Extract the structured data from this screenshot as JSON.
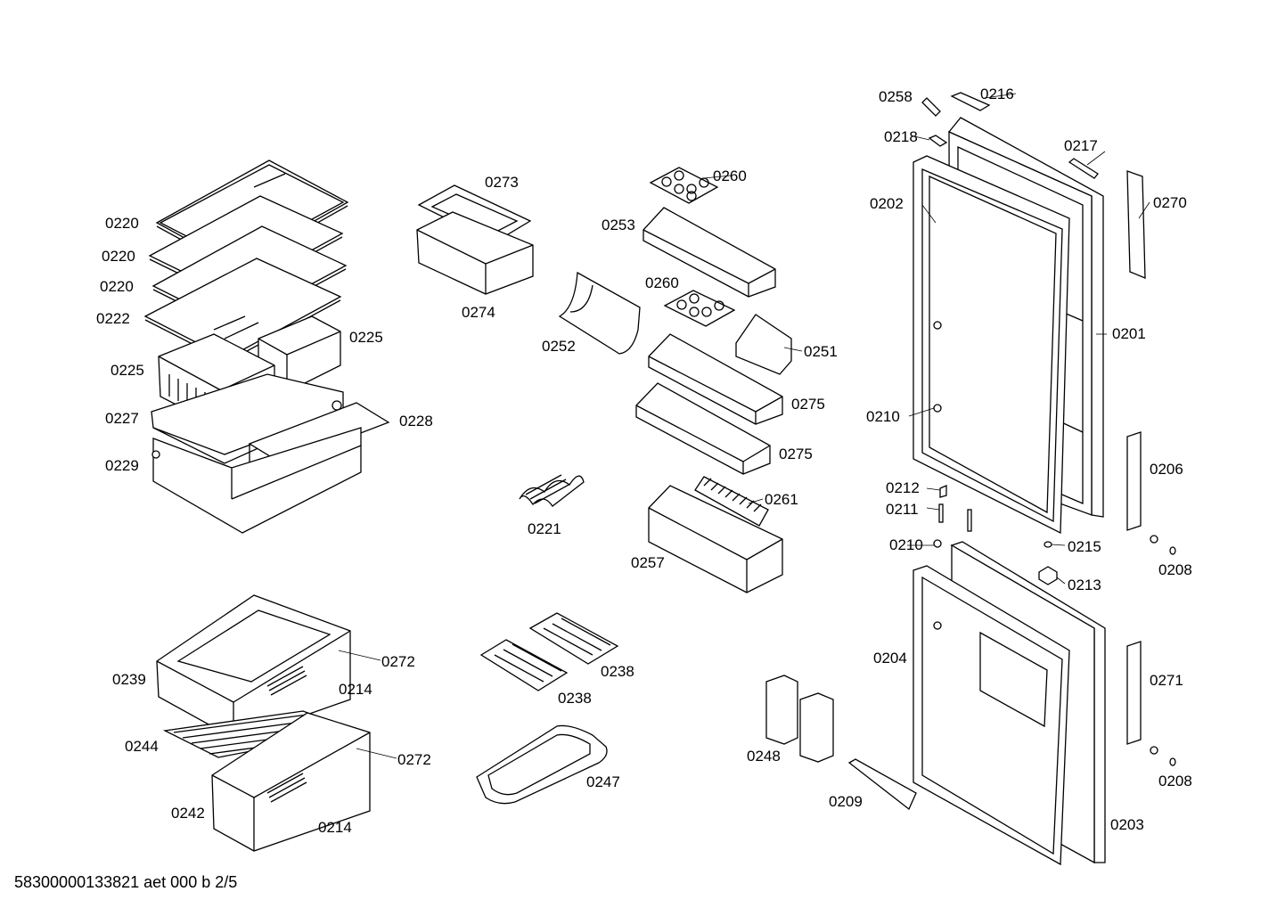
{
  "footer": {
    "code": "58300000133821 aet 000 b 2/5"
  },
  "labels": {
    "l0220a": "0220",
    "l0220b": "0220",
    "l0220c": "0220",
    "l0222": "0222",
    "l0225a": "0225",
    "l0225b": "0225",
    "l0227": "0227",
    "l0228": "0228",
    "l0229": "0229",
    "l0273": "0273",
    "l0274": "0274",
    "l0252": "0252",
    "l0221": "0221",
    "l0260a": "0260",
    "l0253": "0253",
    "l0260b": "0260",
    "l0251": "0251",
    "l0275a": "0275",
    "l0275b": "0275",
    "l0261": "0261",
    "l0257": "0257",
    "l0258": "0258",
    "l0216": "0216",
    "l0218": "0218",
    "l0217": "0217",
    "l0202": "0202",
    "l0270": "0270",
    "l0201": "0201",
    "l0210a": "0210",
    "l0206": "0206",
    "l0212": "0212",
    "l0211": "0211",
    "l0210b": "0210",
    "l0215": "0215",
    "l0208a": "0208",
    "l0213": "0213",
    "l0204": "0204",
    "l0271": "0271",
    "l0208b": "0208",
    "l0203": "0203",
    "l0209": "0209",
    "l0248": "0248",
    "l0239": "0239",
    "l0272a": "0272",
    "l0214a": "0214",
    "l0244": "0244",
    "l0272b": "0272",
    "l0242": "0242",
    "l0214b": "0214",
    "l0238a": "0238",
    "l0238b": "0238",
    "l0247": "0247"
  }
}
